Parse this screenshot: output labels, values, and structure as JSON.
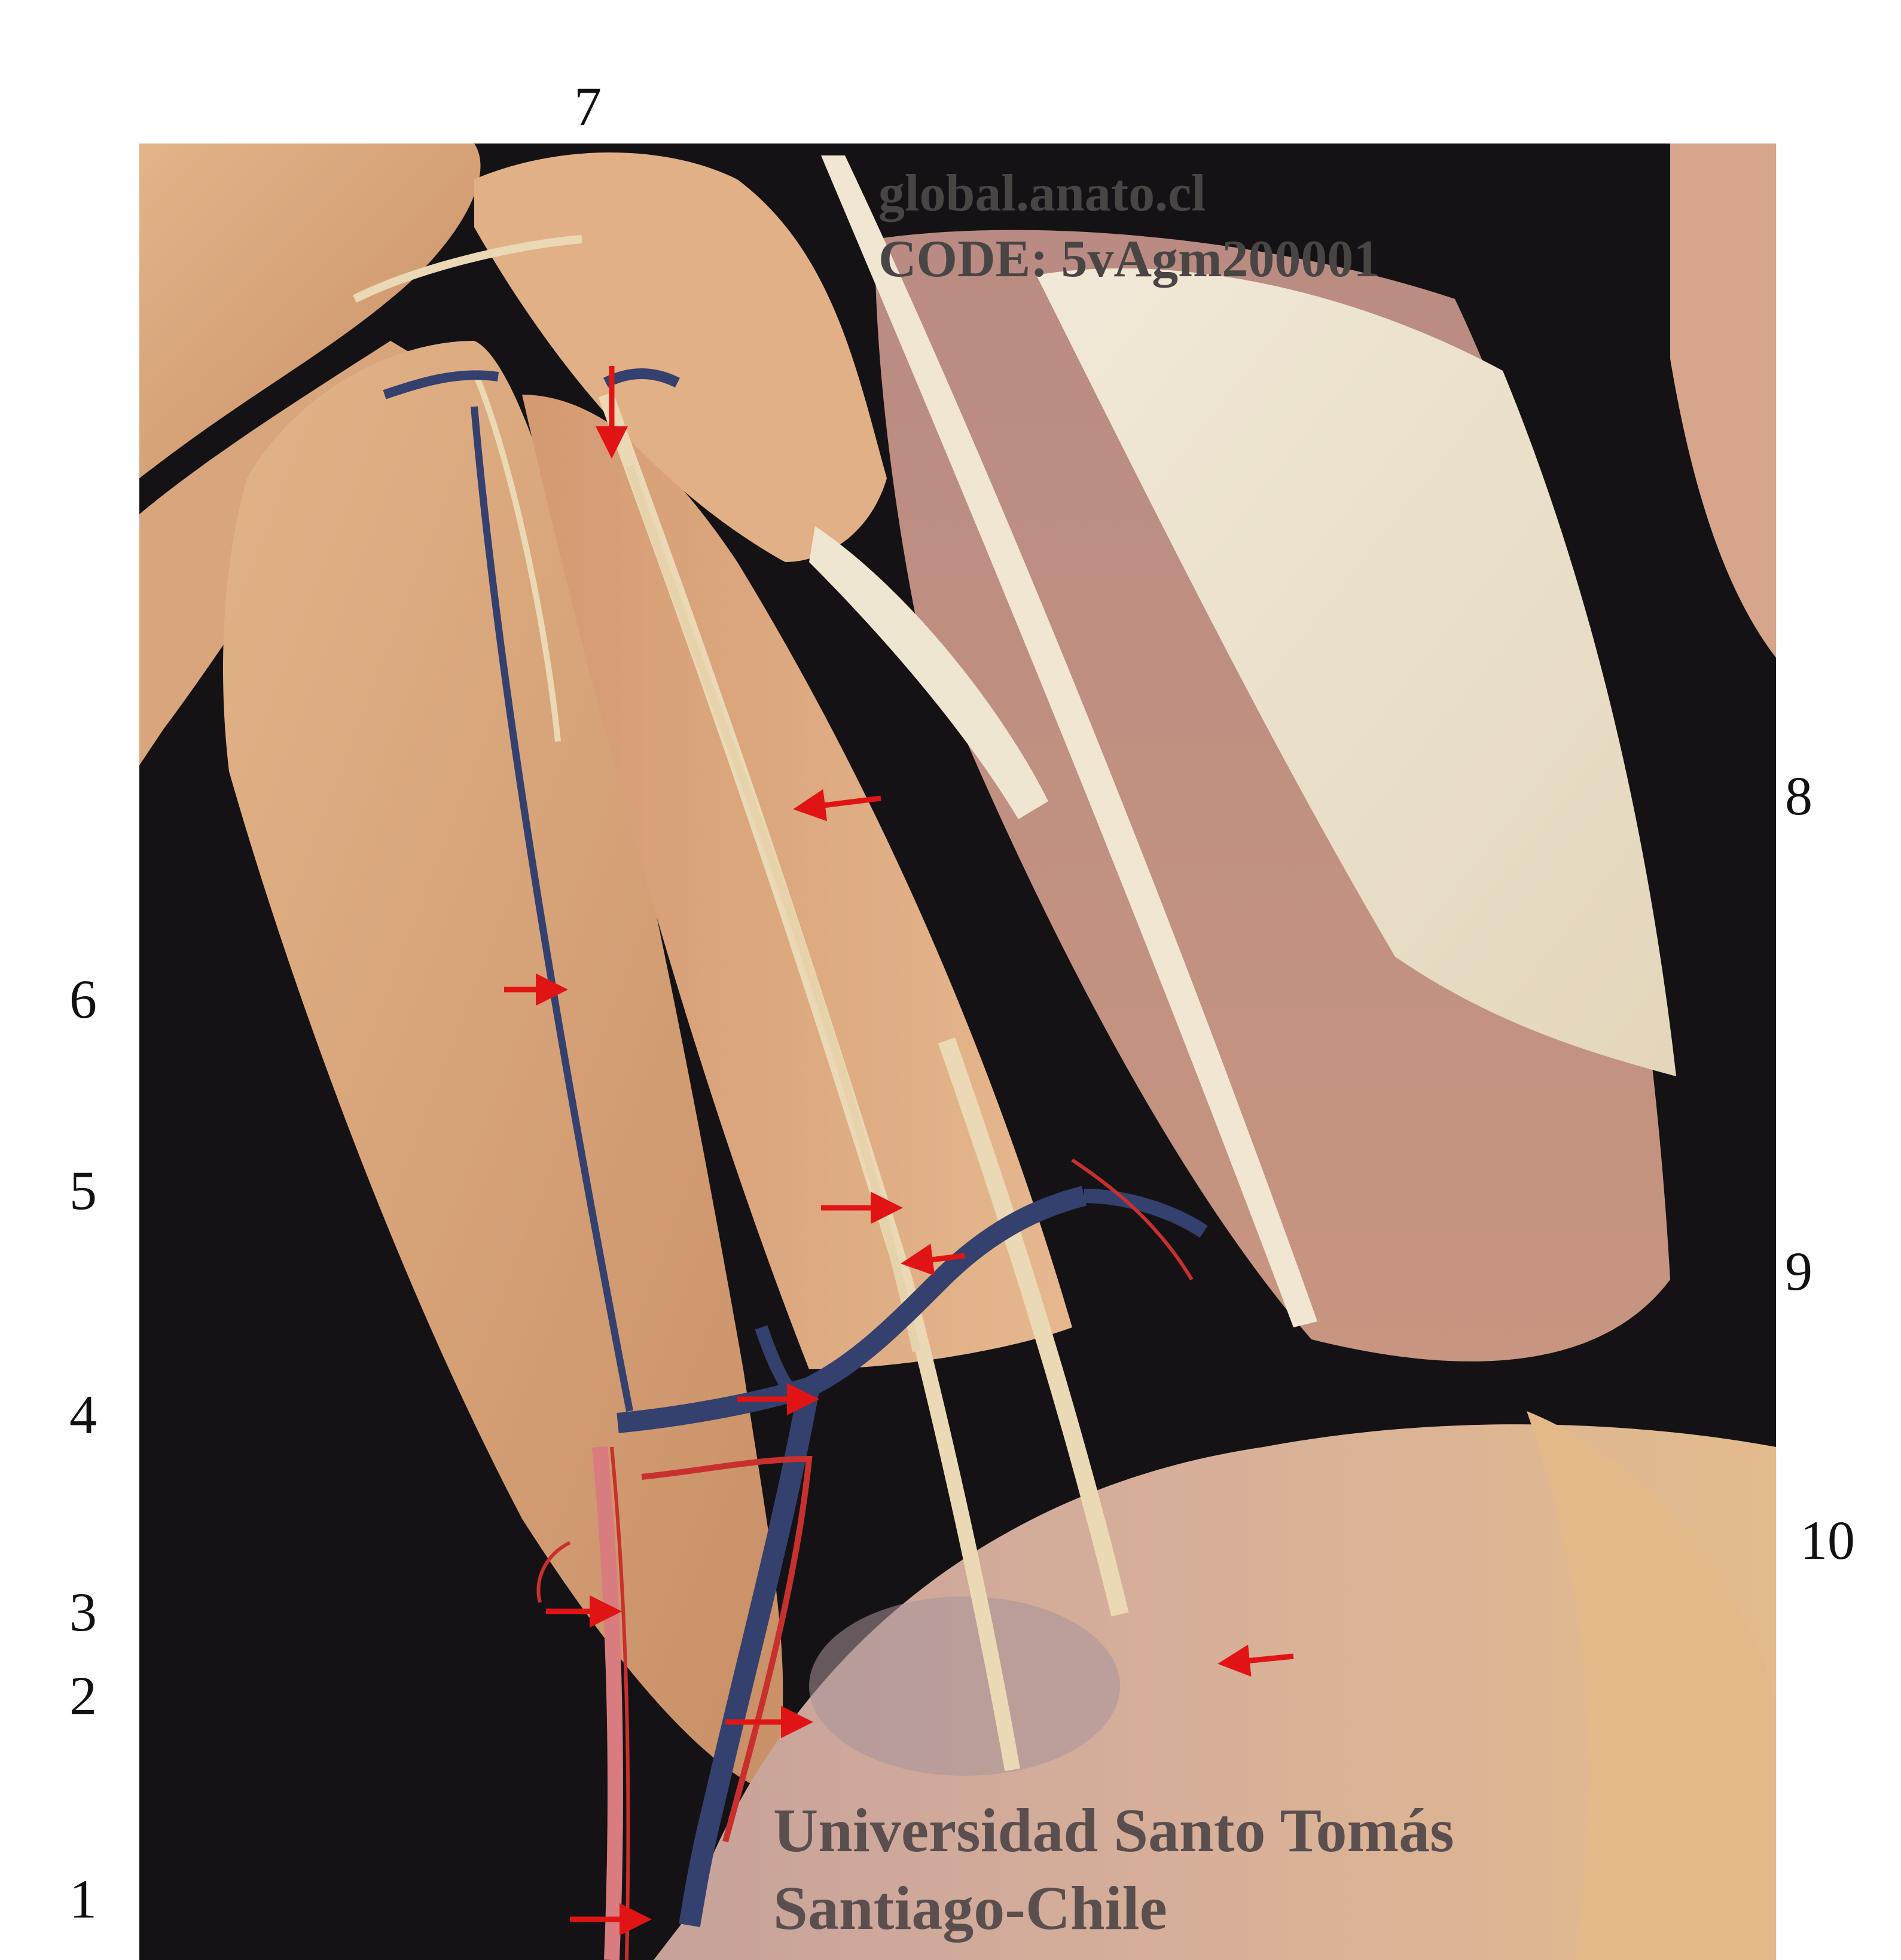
{
  "photo": {
    "subject": "anatomical dissection photograph",
    "palette": {
      "background": "#141214",
      "muscle": "#d9a67e",
      "muscle_dark": "#b98564",
      "fascia": "#ece3cf",
      "vein": "#34406e",
      "artery": "#c8302e",
      "nerve": "#ead9b4",
      "arrow": "#e01414"
    }
  },
  "watermark": {
    "site": "global.anato.cl",
    "code": "CODE: 5vAgm200001",
    "university": "Universidad Santo Tomás",
    "city": "Santiago-Chile"
  },
  "labels": [
    "1",
    "2",
    "3",
    "4",
    "5",
    "6",
    "7",
    "8",
    "9",
    "10"
  ]
}
